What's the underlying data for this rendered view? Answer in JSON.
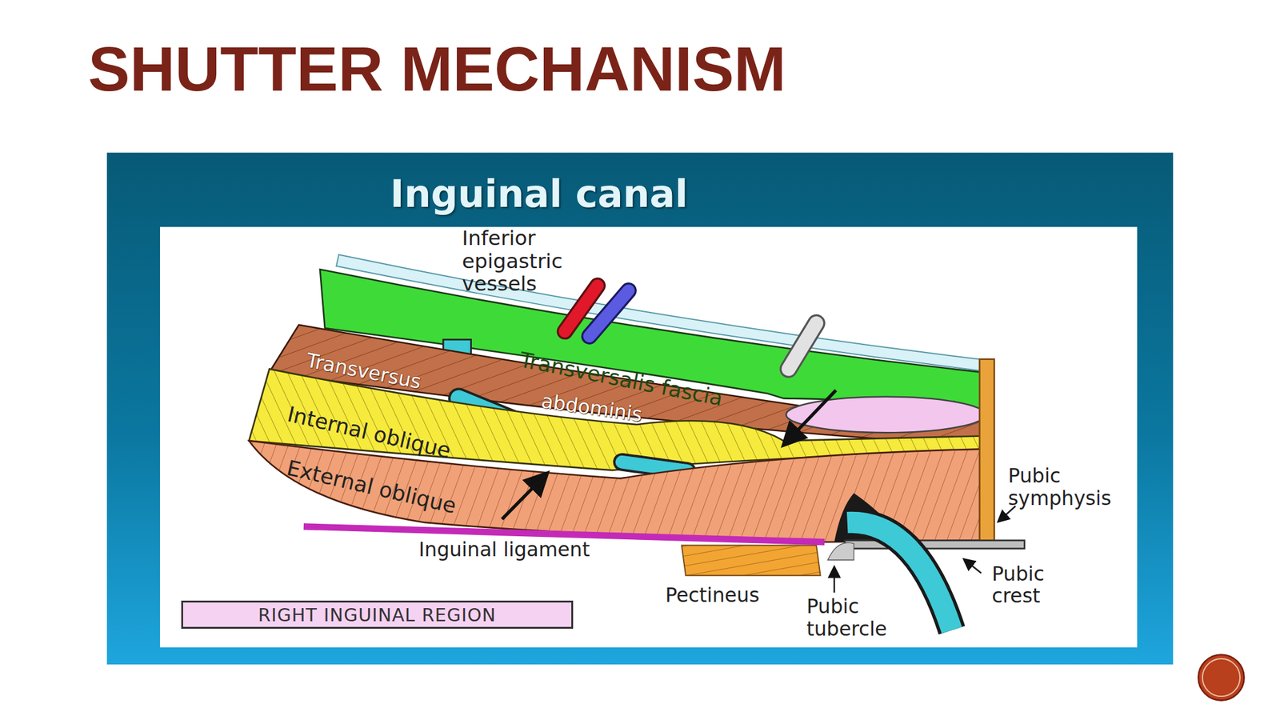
{
  "diagram": {
    "title": "SHUTTER MECHANISM",
    "nodes": [
      {
        "text": [
          "RIGHT INGUINAL REGION"
        ]
      }
    ],
    "labels": [
      "Inguinal canal",
      "Inferior epigastric vessels",
      "Transversus",
      "abdominis",
      "Transversalis fascia",
      "Internal oblique",
      "External oblique",
      "Inguinal ligament",
      "Pectineus",
      "Pubic tubercle",
      "Pubic symphysis",
      "Pubic crest"
    ]
  }
}
